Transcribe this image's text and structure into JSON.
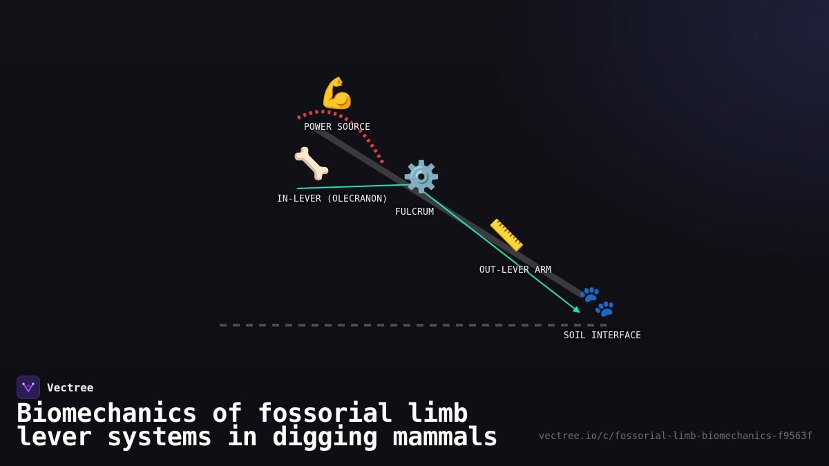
{
  "diagram": {
    "nodes": {
      "power_source": {
        "icon": "flexed-biceps",
        "label": "POWER SOURCE"
      },
      "in_lever": {
        "icon": "bone",
        "label": "IN-LEVER (OLECRANON)"
      },
      "fulcrum": {
        "icon": "gear",
        "label": "FULCRUM"
      },
      "out_lever": {
        "icon": "straight-ruler",
        "label": "OUT-LEVER ARM"
      },
      "soil_interface": {
        "icon": "paw-prints",
        "label": "SOIL INTERFACE"
      }
    },
    "colors": {
      "lever_bar": "#3a3a3f",
      "muscle_arc": "#e0413f",
      "force_arrow": "#19e6b8",
      "ground_line": "#4a4a50"
    }
  },
  "brand": {
    "name": "Vectree",
    "logo_color": "#2a1d55"
  },
  "title": "Biomechanics of fossorial limb lever systems in digging mammals",
  "url": "vectree.io/c/fossorial-limb-biomechanics-f9563f"
}
